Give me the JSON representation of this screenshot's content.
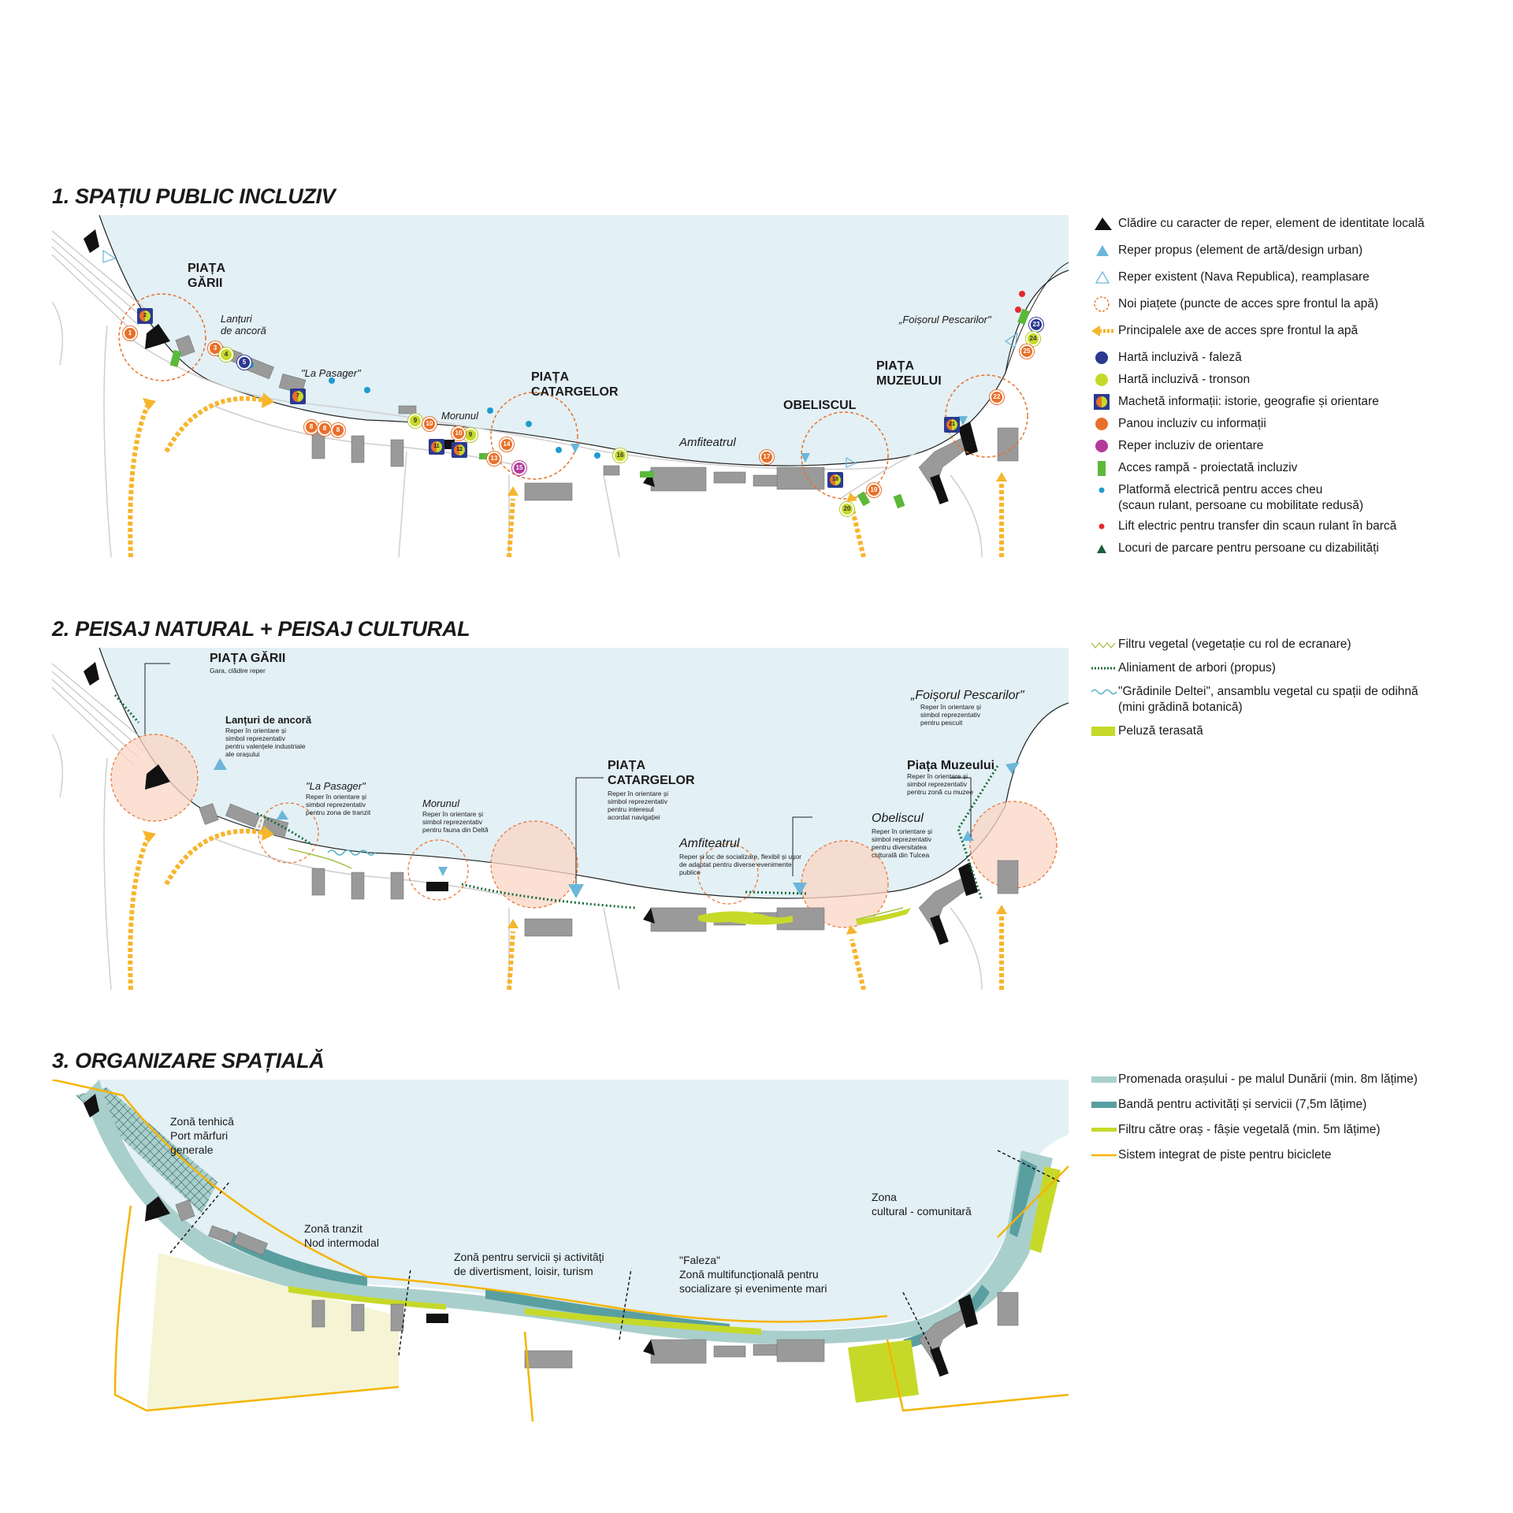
{
  "sections": [
    {
      "title": "1. SPAȚIU PUBLIC INCLUZIV"
    },
    {
      "title": "2. PEISAJ NATURAL + PEISAJ CULTURAL"
    },
    {
      "title": "3. ORGANIZARE SPAȚIALĂ"
    }
  ],
  "map1": {
    "labels": {
      "piata_garii": "PIAȚA\nGĂRII",
      "lanturi": "Lanțuri\nde ancoră",
      "la_pasager": "\"La Pasager\"",
      "morunul": "Morunul",
      "piata_catargelor": "PIAȚA\nCATARGELOR",
      "amfiteatrul": "Amfiteatrul",
      "obeliscul": "OBELISCUL",
      "piata_muzeului": "PIAȚA\nMUZEULUI",
      "foisorul": "„Foișorul Pescarilor\""
    },
    "markers": [
      "1",
      "2",
      "3",
      "4",
      "5",
      "7",
      "8",
      "8",
      "8",
      "9",
      "9",
      "10",
      "10",
      "11",
      "12",
      "13",
      "14",
      "15",
      "16",
      "17",
      "18",
      "19",
      "20",
      "21",
      "22",
      "23",
      "24",
      "25"
    ]
  },
  "map2": {
    "labels": {
      "piata_garii": "PIAȚA GĂRII",
      "piata_garii_sub": "Gara, clădire reper",
      "lanturi": "Lanțuri de ancoră",
      "lanturi_sub": "Reper în orientare și\nsimbol reprezentativ\npentru valențele industriale\nale orașului",
      "la_pasager": "\"La Pasager\"",
      "la_pasager_sub": "Reper în orientare și\nsimbol reprezentativ\npentru zona de tranzit",
      "morunul": "Morunul",
      "morunul_sub": "Reper în orientare și\nsimbol reprezentativ\npentru fauna din Deltă",
      "piata_catargelor": "PIAȚA\nCATARGELOR",
      "piata_catargelor_sub": "Reper în orientare și\nsimbol reprezentativ\npentru interesul\nacordat navigației",
      "amfiteatrul": "Amfiteatrul",
      "amfiteatrul_sub": "Reper și loc de socializare, flexibil și ușor\nde adaptat pentru diverse evenimente\npublice",
      "obeliscul": "Obeliscul",
      "obeliscul_sub": "Reper în orientare și\nsimbol reprezentativ\npentru diversitatea\nculturală din Tulcea",
      "piata_muzeului": "Piața Muzeului",
      "piata_muzeului_sub": "Reper în orientare și\nsimbol reprezentativ\npentru zonă cu muzee",
      "foisorul": "„Foișorul Pescarilor\"",
      "foisorul_sub": "Reper în orientare și\nsimbol reprezentativ\npentru pescuit"
    }
  },
  "map3": {
    "labels": {
      "zona_tehnica": "Zonă tenhică\nPort mărfuri\ngenerale",
      "zona_tranzit": "Zonă tranzit\nNod intermodal",
      "zona_servicii": "Zonă pentru servicii și activități\nde divertisment, loisir, turism",
      "faleza": "\"Faleza\"\nZonă multifuncțională pentru\nsocializare și evenimente mari",
      "zona_cultural": "Zona\ncultural - comunitară"
    }
  },
  "legend1": [
    {
      "icon": "landmark-building-icon",
      "text": "Clădire cu caracter de reper, element de identitate locală"
    },
    {
      "icon": "proposed-landmark-icon",
      "text": "Reper propus (element de artă/design urban)"
    },
    {
      "icon": "existing-landmark-icon",
      "text": "Reper existent (Nava Republica), reamplasare"
    },
    {
      "icon": "new-square-icon",
      "text": "Noi piațete (puncte de acces spre frontul la apă)"
    },
    {
      "icon": "access-axis-icon",
      "text": "Principalele axe de acces spre frontul la apă"
    },
    {
      "icon": "map-promenade-icon",
      "text": "Hartă incluzivă - faleză"
    },
    {
      "icon": "map-section-icon",
      "text": "Hartă incluzivă - tronson"
    },
    {
      "icon": "info-model-icon",
      "text": "Machetă informații: istorie, geografie și orientare"
    },
    {
      "icon": "info-panel-icon",
      "text": "Panou incluziv cu informații"
    },
    {
      "icon": "orientation-icon",
      "text": "Reper incluziv de orientare"
    },
    {
      "icon": "ramp-icon",
      "text": "Acces rampă - proiectată incluziv"
    },
    {
      "icon": "platform-icon",
      "text": "Platformă electrică pentru acces cheu\n(scaun rulant, persoane cu mobilitate redusă)"
    },
    {
      "icon": "lift-icon",
      "text": "Lift electric pentru transfer din scaun rulant în barcă"
    },
    {
      "icon": "parking-icon",
      "text": "Locuri de parcare pentru persoane cu dizabilități"
    }
  ],
  "legend2": [
    {
      "icon": "vegetal-filter-icon",
      "text": "Filtru vegetal (vegetație cu rol de ecranare)"
    },
    {
      "icon": "tree-line-icon",
      "text": "Aliniament de arbori (propus)"
    },
    {
      "icon": "delta-gardens-icon",
      "text": "\"Grădinile Deltei\", ansamblu vegetal cu spații de odihnă\n(mini grădină botanică)"
    },
    {
      "icon": "terraced-lawn-icon",
      "text": "Peluză terasată"
    }
  ],
  "legend3": [
    {
      "icon": "promenade-band-icon",
      "text": "Promenada orașului - pe malul Dunării (min. 8m lățime)"
    },
    {
      "icon": "activity-band-icon",
      "text": "Bandă pentru activități și servicii (7,5m lățime)"
    },
    {
      "icon": "green-strip-icon",
      "text": "Filtru către oraș - fâșie vegetală (min. 5m lățime)"
    },
    {
      "icon": "bike-lane-icon",
      "text": "Sistem integrat de piste pentru biciclete"
    }
  ],
  "colors": {
    "water": "#e3f0f5",
    "orange": "#e8702a",
    "lime": "#c6d929",
    "navy": "#2b3990",
    "blue_marker": "#1f9bd0",
    "yellow": "#f7b52b",
    "promenade": "#a9cfcc",
    "activity": "#5a9fa0",
    "bike": "#f5b400"
  }
}
